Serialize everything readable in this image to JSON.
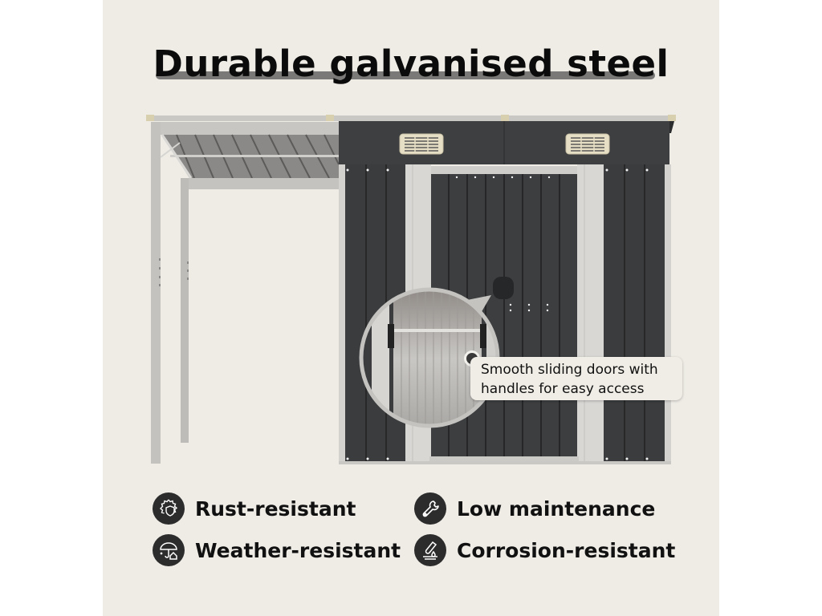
{
  "title": "Durable galvanised steel",
  "callout": {
    "line1": "Smooth sliding doors with",
    "line2": "handles for easy access"
  },
  "features": [
    {
      "icon": "gear-shield-icon",
      "label": "Rust-resistant"
    },
    {
      "icon": "wrench-icon",
      "label": "Low maintenance"
    },
    {
      "icon": "umbrella-house-icon",
      "label": "Weather-resistant"
    },
    {
      "icon": "test-tube-drop-icon",
      "label": "Corrosion-resistant"
    }
  ],
  "colors": {
    "background": "#efece6",
    "shed_panel": "#3b3d3f",
    "frame": "#cfcfcd",
    "vent": "#e6dfc6",
    "icon_circle": "#2c2c2c"
  }
}
